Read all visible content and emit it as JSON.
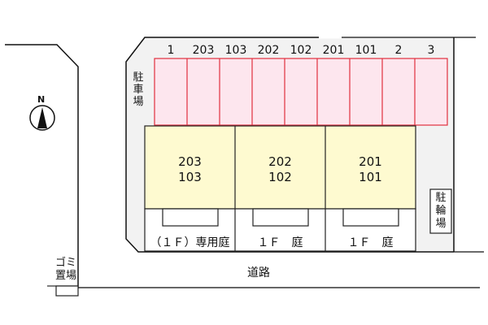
{
  "parking": {
    "label": "駐\n車\n場",
    "label_chars": [
      "駐",
      "車",
      "場"
    ],
    "spaces": [
      "1",
      "203",
      "103",
      "202",
      "102",
      "201",
      "101",
      "2",
      "3"
    ],
    "fill_color": "#fde6ee",
    "border_color": "#e2303f"
  },
  "buildings": [
    {
      "upper": "203",
      "lower": "103",
      "garden": "（１Ｆ）専用庭"
    },
    {
      "upper": "202",
      "lower": "102",
      "garden": "１Ｆ　庭"
    },
    {
      "upper": "201",
      "lower": "101",
      "garden": "１Ｆ　庭"
    }
  ],
  "building_fill": "#fefad0",
  "bicycle_parking": {
    "chars": [
      "駐",
      "輪",
      "場"
    ]
  },
  "road": {
    "label": "道路"
  },
  "garbage": {
    "line1": "ゴミ",
    "line2": "置場"
  },
  "compass": {
    "label": "N"
  },
  "site_fill": "#f2f2f2"
}
